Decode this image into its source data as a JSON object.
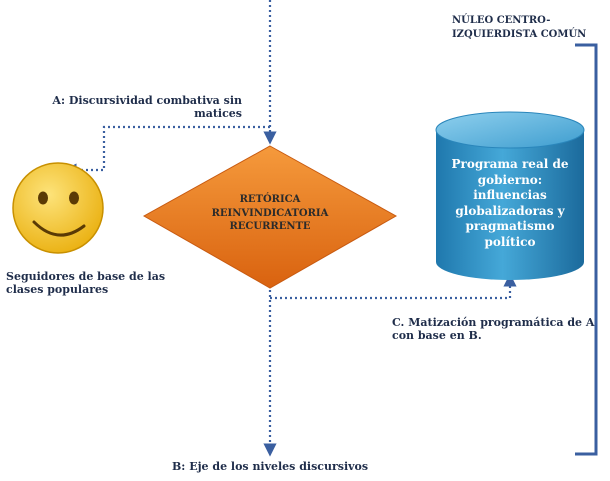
{
  "core": {
    "title": "NÚLEO CENTRO-IZQUIERDISTA COMÚN"
  },
  "paths": {
    "a": "A: Discursividad combativa sin matices",
    "b": "B: Eje de los niveles discursivos",
    "c": "C. Matización programática de A con base en B."
  },
  "rhetoric": {
    "text": "RETÓRICA REINVINDICATORIA RECURRENTE"
  },
  "program": {
    "text": "Programa real de gobierno: influencias globalizadoras y pragmatismo político"
  },
  "base": {
    "text": "Seguidores de base de las clases populares"
  },
  "colors": {
    "arrow": "#3a5fa0",
    "diamond": "#e8761e",
    "cylinder": "#2e8fc0",
    "smiley": "#f0c020",
    "bracket": "#3a5fa0"
  },
  "icons": {
    "supporter": "smiley-face-icon"
  }
}
